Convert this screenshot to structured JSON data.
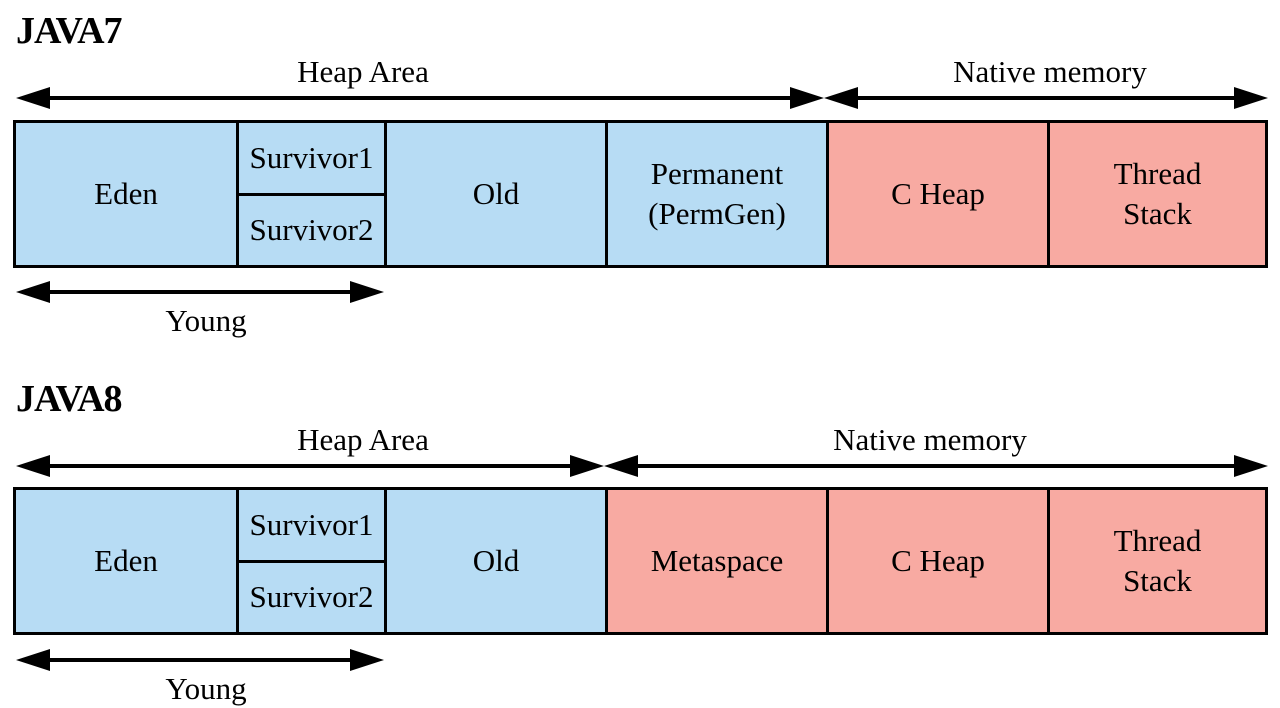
{
  "colors": {
    "heap": "#b7dcf4",
    "native": "#f8aaa2",
    "line": "#000000"
  },
  "java7": {
    "heading": "JAVA7",
    "heap_label": "Heap Area",
    "native_label": "Native memory",
    "young_label": "Young",
    "cells": {
      "eden": "Eden",
      "survivor1": "Survivor1",
      "survivor2": "Survivor2",
      "old": "Old",
      "permanent": "Permanent\n(PermGen)",
      "cheap": "C Heap",
      "thread": "Thread\nStack"
    }
  },
  "java8": {
    "heading": "JAVA8",
    "heap_label": "Heap Area",
    "native_label": "Native memory",
    "young_label": "Young",
    "cells": {
      "eden": "Eden",
      "survivor1": "Survivor1",
      "survivor2": "Survivor2",
      "old": "Old",
      "metaspace": "Metaspace",
      "cheap": "C Heap",
      "thread": "Thread\nStack"
    }
  }
}
